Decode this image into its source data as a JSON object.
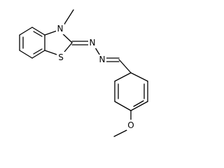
{
  "molecule": {
    "atoms": {
      "n_ring": "N",
      "s_ring": "S",
      "n_hydrazone_1": "N",
      "n_hydrazone_2": "N",
      "o_methoxy": "O"
    }
  },
  "colors": {
    "background": "#ffffff",
    "bond": "#000000",
    "label": "#000000"
  }
}
